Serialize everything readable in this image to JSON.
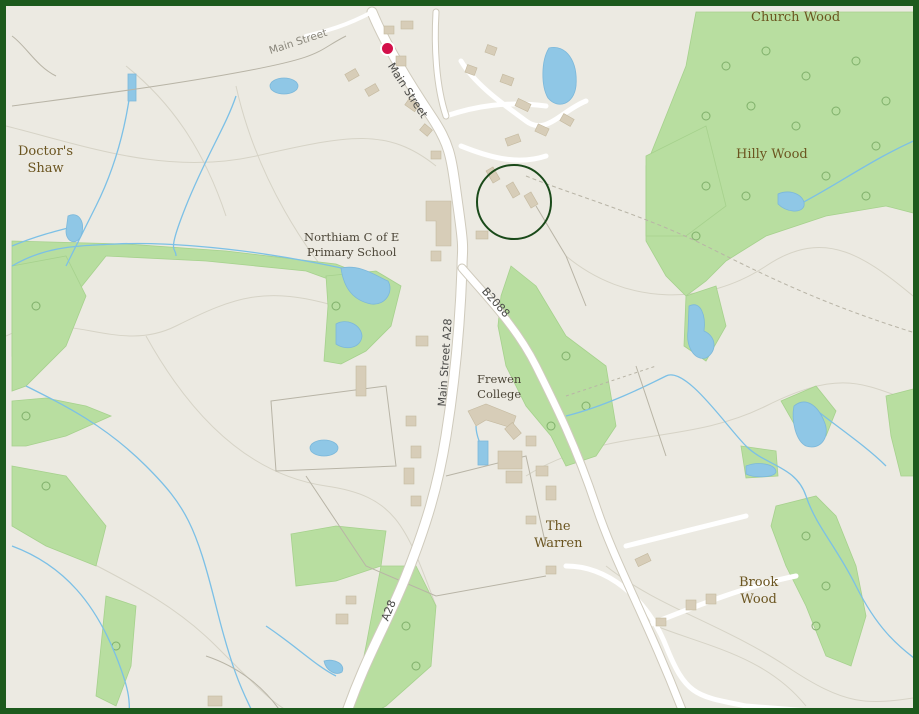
{
  "map": {
    "colors": {
      "background": "#eceae2",
      "woodland": "#b8dea0",
      "water": "#8fc7e6",
      "road": "#ffffff",
      "building": "#d7cdb8",
      "frame": "#1d5a1d",
      "pin": "#d3104a"
    },
    "places": {
      "church_wood": "Church Wood",
      "doctors_shaw": "Doctor's\nShaw",
      "hilly_wood": "Hilly Wood",
      "northiam_school": "Northiam C of E\nPrimary School",
      "frewen_college": "Frewen\nCollege",
      "the_warren": "The\nWarren",
      "brook_wood": "Brook\nWood"
    },
    "roads": {
      "main_street_top": "Main Street",
      "main_street_north": "Main Street",
      "main_street_a28": "Main Street  A28",
      "a28_south": "A28",
      "b2088": "B2088"
    },
    "markers": {
      "location_pin": "location-pin",
      "highlight_ring": "highlight-circle"
    }
  }
}
